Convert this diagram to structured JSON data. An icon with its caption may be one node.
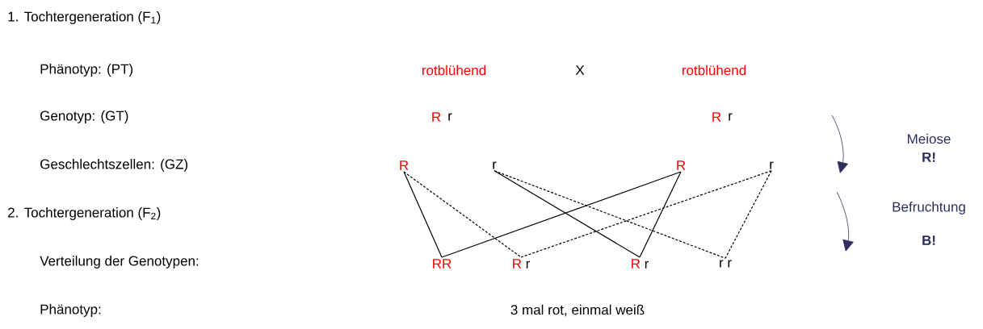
{
  "diagram": {
    "nodes": [
      {
        "text": [
          "R"
        ]
      },
      {
        "text": [
          "r"
        ]
      },
      {
        "text": [
          "R"
        ]
      },
      {
        "text": [
          "r"
        ]
      },
      {
        "text": [
          "RR"
        ]
      },
      {
        "text": [
          "R",
          "r"
        ]
      },
      {
        "text": [
          "R",
          "r"
        ]
      },
      {
        "text": [
          "r r"
        ]
      }
    ],
    "edges": [
      {
        "from": 0,
        "to": 4,
        "arrow": "none"
      },
      {
        "from": 2,
        "to": 4,
        "arrow": "none"
      },
      {
        "from": 0,
        "to": 5,
        "arrow": "none",
        "style": "dashed"
      },
      {
        "from": 3,
        "to": 5,
        "arrow": "none",
        "style": "dashed"
      },
      {
        "from": 1,
        "to": 6,
        "arrow": "none"
      },
      {
        "from": 2,
        "to": 6,
        "arrow": "none"
      },
      {
        "from": 1,
        "to": 7,
        "arrow": "none",
        "style": "dashed"
      },
      {
        "from": 3,
        "to": 7,
        "arrow": "none",
        "style": "dashed"
      }
    ],
    "labels": [
      "1. Tochtergeneration (F$_{1}$)",
      "Phänotyp: (PT)",
      "rotblühend",
      "X",
      "rotblühend",
      "Genotyp: (GT)",
      "R",
      "r",
      "R",
      "r",
      "Meiose",
      "Geschlechtszellen: (GZ)",
      "R!",
      "2. Tochtergeneration (F$_{2}$)",
      "Befruchtung",
      "Verteilung der Genotypen:",
      "B!",
      "Phänotyp:",
      "3 mal rot, einmal weiß"
    ]
  }
}
